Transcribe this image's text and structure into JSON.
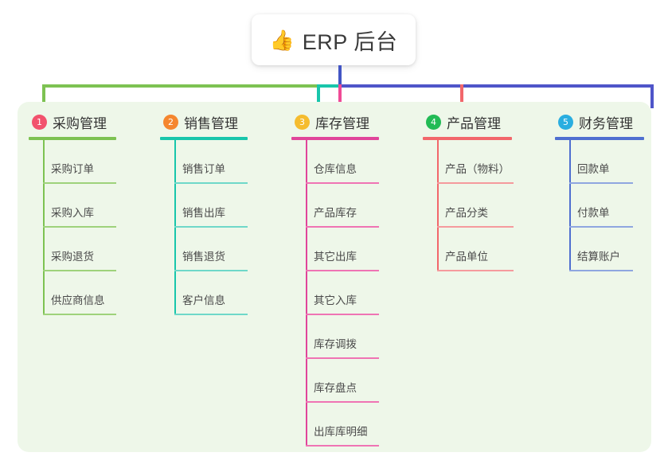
{
  "diagram": {
    "type": "mindmap-tree",
    "root": {
      "emoji": "👍",
      "icon_name": "thumbs-up-emoji",
      "title": "ERP 后台"
    },
    "panel_bg": "#eef7e9",
    "branches": [
      {
        "number": "1",
        "title": "采购管理",
        "badge_color": "#f2526d",
        "line_color": "#7dc252",
        "rule_color": "#9ed27b",
        "items": [
          "采购订单",
          "采购入库",
          "采购退货",
          "供应商信息"
        ],
        "item_rule_width": 92
      },
      {
        "number": "2",
        "title": "销售管理",
        "badge_color": "#f5862e",
        "line_color": "#18c6ab",
        "rule_color": "#6fd8c9",
        "items": [
          "销售订单",
          "销售出库",
          "销售退货",
          "客户信息"
        ],
        "item_rule_width": 92
      },
      {
        "number": "3",
        "title": "库存管理",
        "badge_color": "#f5bc2e",
        "line_color": "#e0459a",
        "rule_color": "#ef74b4",
        "items": [
          "仓库信息",
          "产品库存",
          "其它出库",
          "其它入库",
          "库存调拨",
          "库存盘点",
          "出库库明细"
        ],
        "item_rule_width": 92
      },
      {
        "number": "4",
        "title": "产品管理",
        "badge_color": "#22bb55",
        "line_color": "#f2676b",
        "rule_color": "#f59a9d",
        "items": [
          "产品（物料）",
          "产品分类",
          "产品单位"
        ],
        "item_rule_width": 96
      },
      {
        "number": "5",
        "title": "财务管理",
        "badge_color": "#2aaee0",
        "line_color": "#4f6fd0",
        "rule_color": "#8fa6e0",
        "items": [
          "回款单",
          "付款单",
          "结算账户"
        ],
        "item_rule_width": 80
      }
    ],
    "connector_colors": {
      "root_stem": "#4255c4",
      "bar_green": "#7dc252",
      "bar_teal": "#18c6ab",
      "bar_blue": "#4f55c9",
      "drop_3": "#f04a96",
      "drop_4": "#f2676b"
    }
  }
}
